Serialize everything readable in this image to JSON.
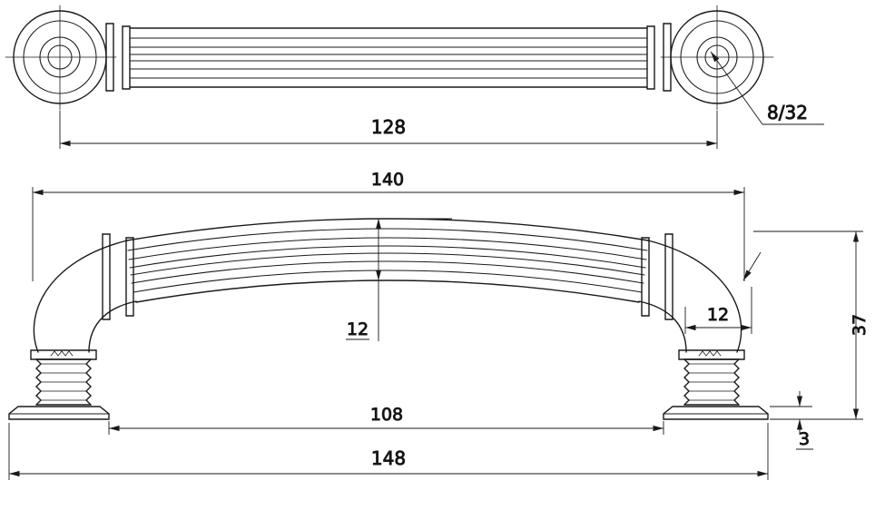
{
  "top_view": {
    "dim_center_distance": "128",
    "thread_callout": "8/32"
  },
  "front_view": {
    "dim_grip_width": "140",
    "dim_bar_thickness": "12",
    "dim_end_offset": "12",
    "dim_overall_height": "37",
    "dim_foot_spacing": "108",
    "dim_base_thickness": "3",
    "dim_overall_length": "148"
  }
}
